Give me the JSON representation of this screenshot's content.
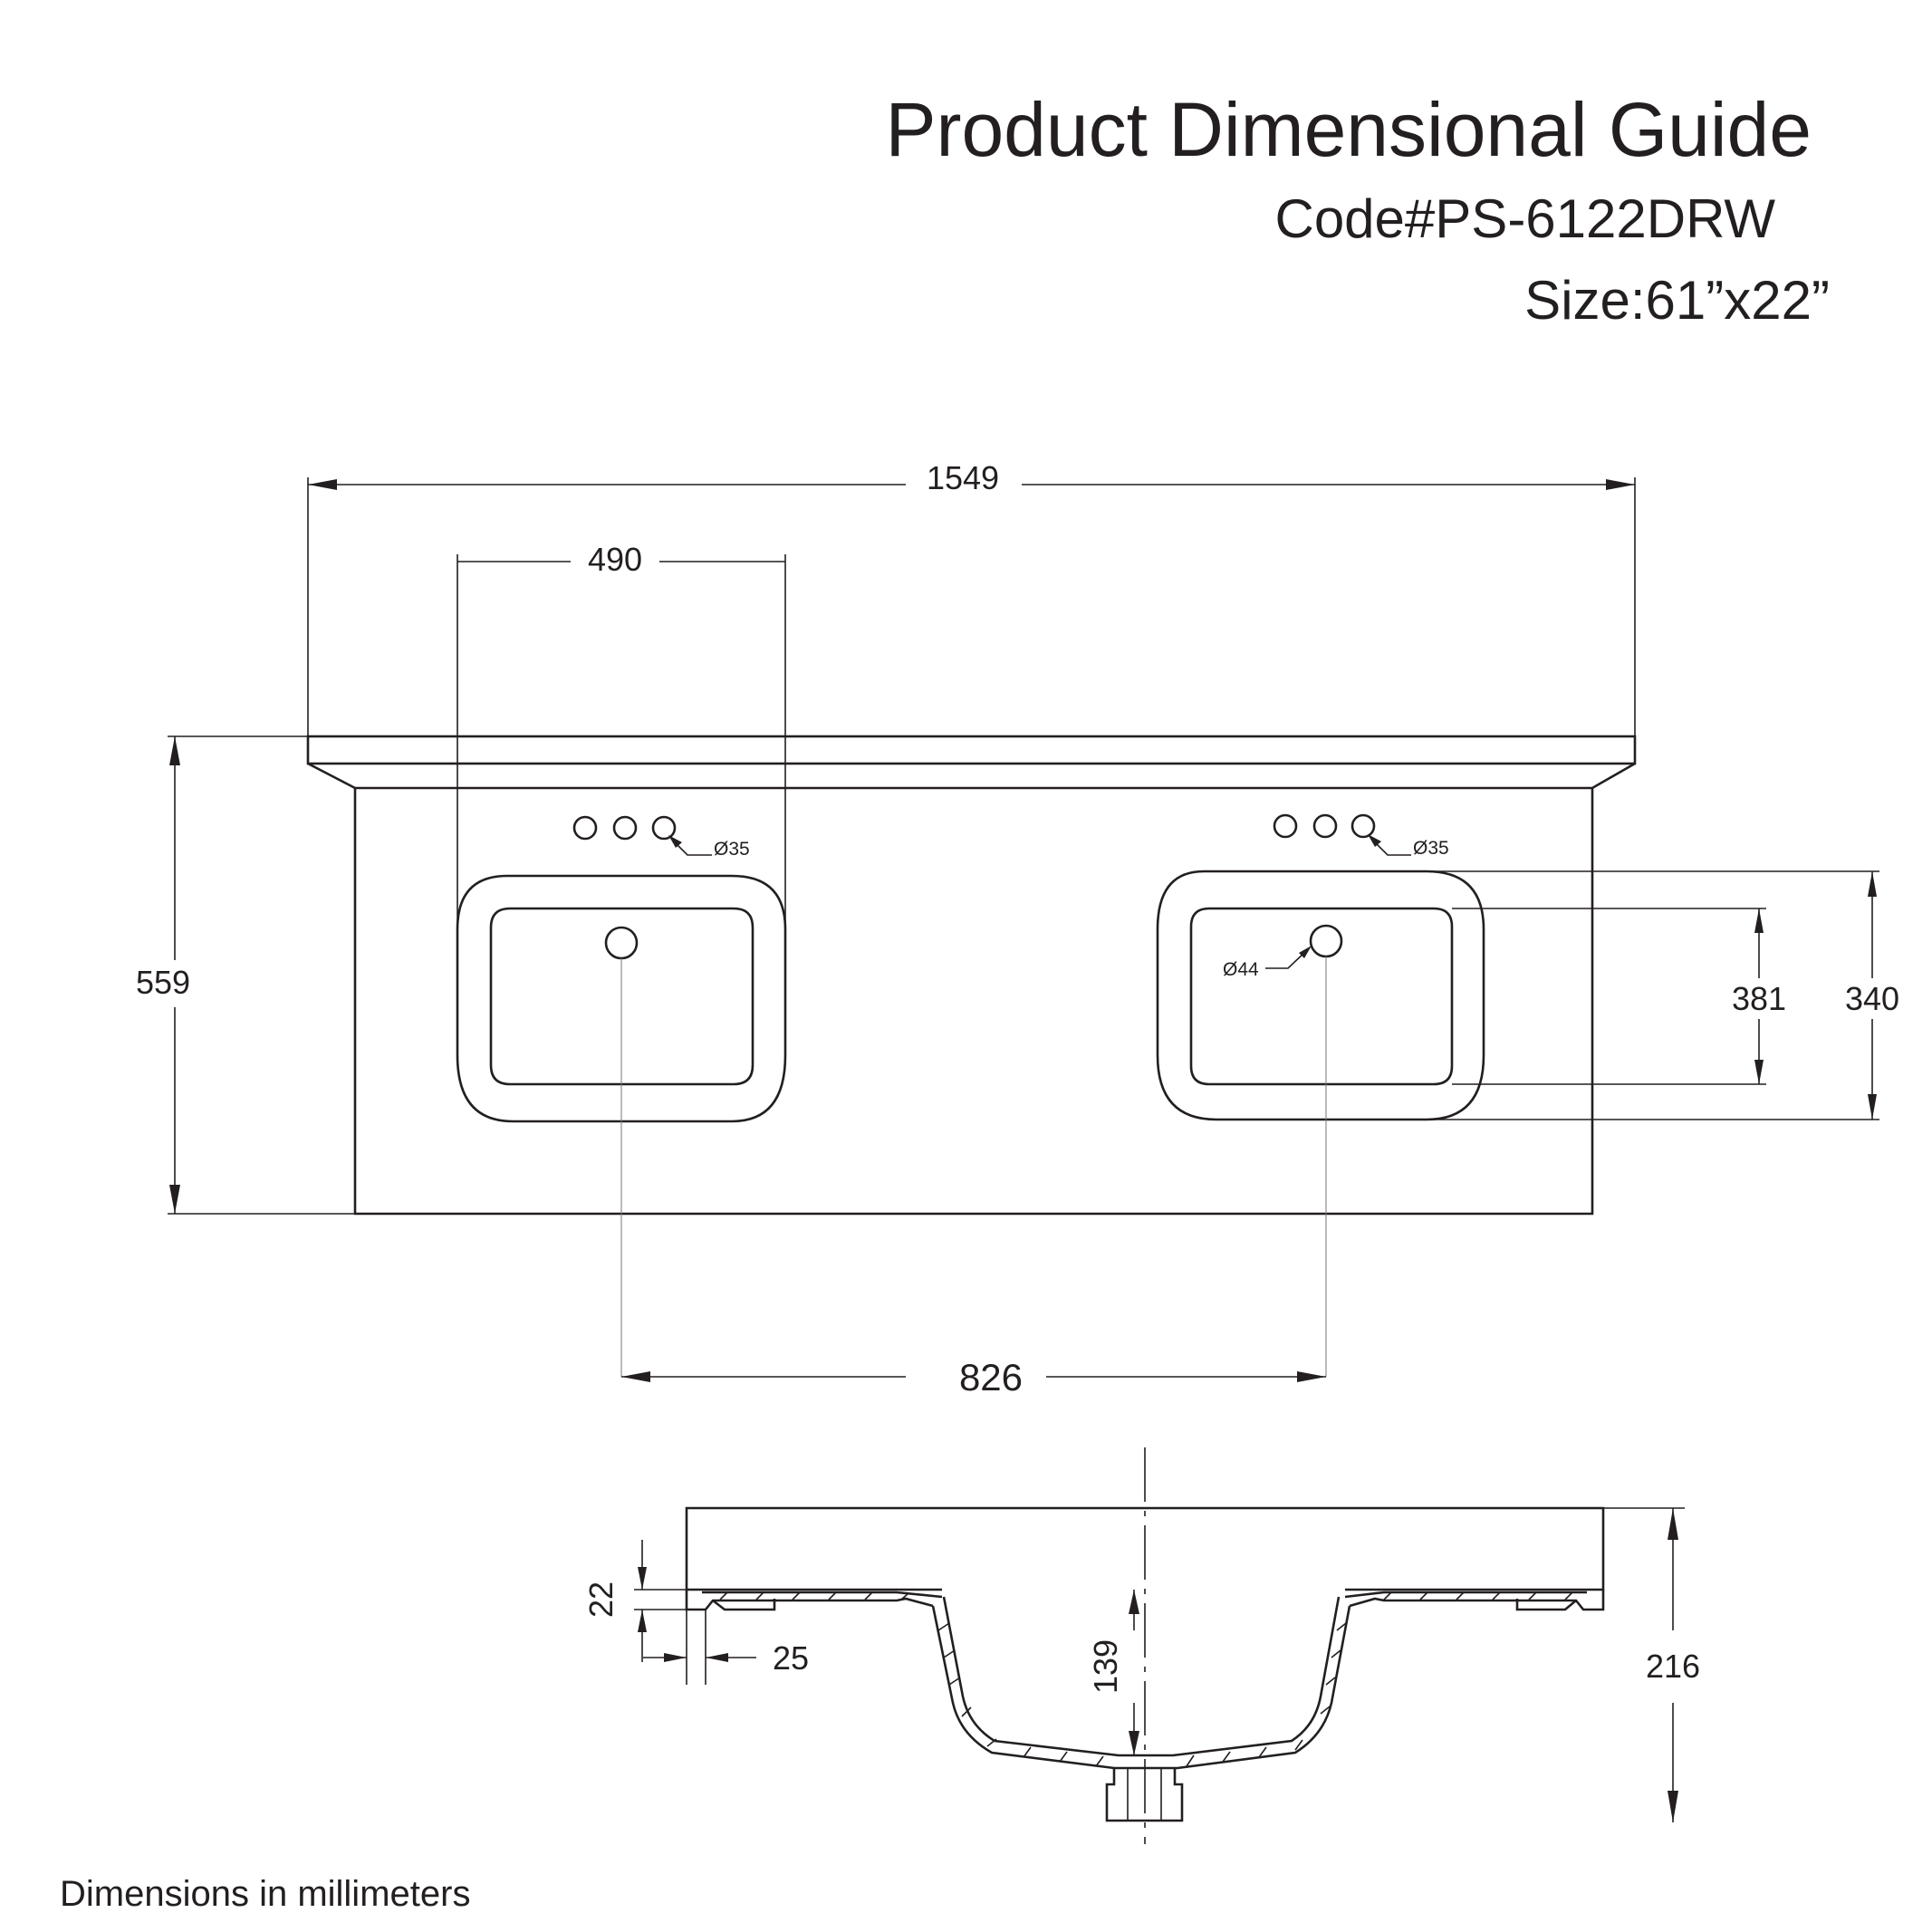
{
  "header": {
    "title": "Product Dimensional Guide",
    "code": "Code#PS-6122DRW",
    "size": "Size:61”x22”"
  },
  "top_view": {
    "overall_width": "1549",
    "bowl_width": "490",
    "overall_depth": "559",
    "faucet_hole_left": "Ø35",
    "faucet_hole_right": "Ø35",
    "drain_hole": "Ø44",
    "bowl_inner_depth": "381",
    "bowl_outer_depth": "340",
    "bowl_center_spacing": "826"
  },
  "section_view": {
    "top_thickness": "22",
    "edge_overhang": "25",
    "bowl_depth": "139",
    "overall_height": "216"
  },
  "footer": {
    "units_note": "Dimensions in millimeters"
  }
}
